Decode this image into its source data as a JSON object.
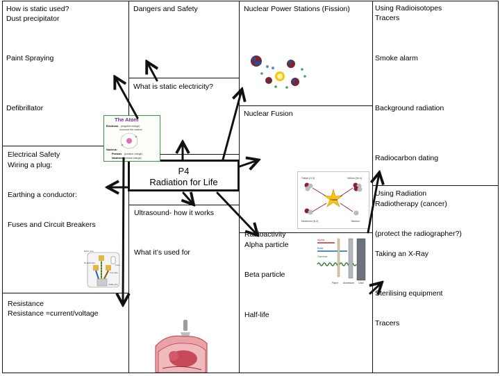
{
  "static_box": {
    "title_line1": "How is static used?",
    "title_line2": "Dust precipitator",
    "item1": "Paint Spraying",
    "item2": "Defibrillator"
  },
  "dangers_box": {
    "title": "Dangers and Safety"
  },
  "static_electricity_box": {
    "title": "What is static electricity?"
  },
  "fission_box": {
    "title": "Nuclear  Power Stations (Fission)"
  },
  "fusion_box": {
    "title": "Nuclear Fusion"
  },
  "radioisotopes_box": {
    "title_line1": "Using Radioisotopes",
    "title_line2": "Tracers",
    "item1": "Smoke alarm",
    "item2": "Background radiation",
    "item3": "Radiocarbon dating"
  },
  "electrical_safety_box": {
    "title_line1": "Electrical Safety",
    "title_line2": "Wiring a plug:",
    "item1": "Earthing a conductor:",
    "item2": "Fuses and Circuit Breakers"
  },
  "center_box": {
    "line1": "P4",
    "line2": "Radiation for Life"
  },
  "ultrasound_box": {
    "title": "Ultrasound- how it works",
    "item1": "What it’s used for"
  },
  "radioactivity_box": {
    "title_line1": "Radioactivity",
    "title_line2": "Alpha particle",
    "item1": "Beta particle",
    "item2": "Half-life"
  },
  "using_radiation_box": {
    "title_line1": "Using Radiation",
    "title_line2": "Radiotherapy (cancer)",
    "item1": "(protect the radiographer?)",
    "item2": "Taking an X-Ray",
    "item3": "Sterilising equipment",
    "item4": "Tracers"
  },
  "resistance_box": {
    "title_line1": "Resistance",
    "title_line2": "Resistance =current/voltage"
  },
  "atom_figure": {
    "title": "The Atom",
    "electrons_label": "Electrons",
    "electrons_note": "- (negative charge)",
    "electrons_note2": "surround the nucleus",
    "nucleus_label": "Nucleus:",
    "protons_label": "Protons",
    "protons_note": "(positive charge)",
    "neutrons_label": "Neutrons",
    "neutrons_note": "(neutral charge)"
  },
  "fusion_figure": {
    "reactant1": "Tritium (H-3)",
    "reactant2": "Deuterium (H-2)",
    "product1": "Helium (He-4)",
    "product2": "Neutron",
    "center": "Fusion"
  },
  "radiation_figure": {
    "alpha": "Alpha",
    "beta": "Beta",
    "gamma": "Gamma",
    "paper": "Paper",
    "aluminium": "Aluminium",
    "lead": "Lead"
  },
  "plug_figure": {
    "earth": "Earth wire",
    "live": "Live wire",
    "neutral": "Neutral wire",
    "fuse": "Fuse",
    "cable": "Cable grip"
  },
  "colors": {
    "border": "#111111",
    "atom_title": "#7a22b5",
    "atom_frame": "#2e9e3a",
    "alpha": "#c62828",
    "beta": "#1565c0",
    "gamma": "#2e7d32"
  }
}
